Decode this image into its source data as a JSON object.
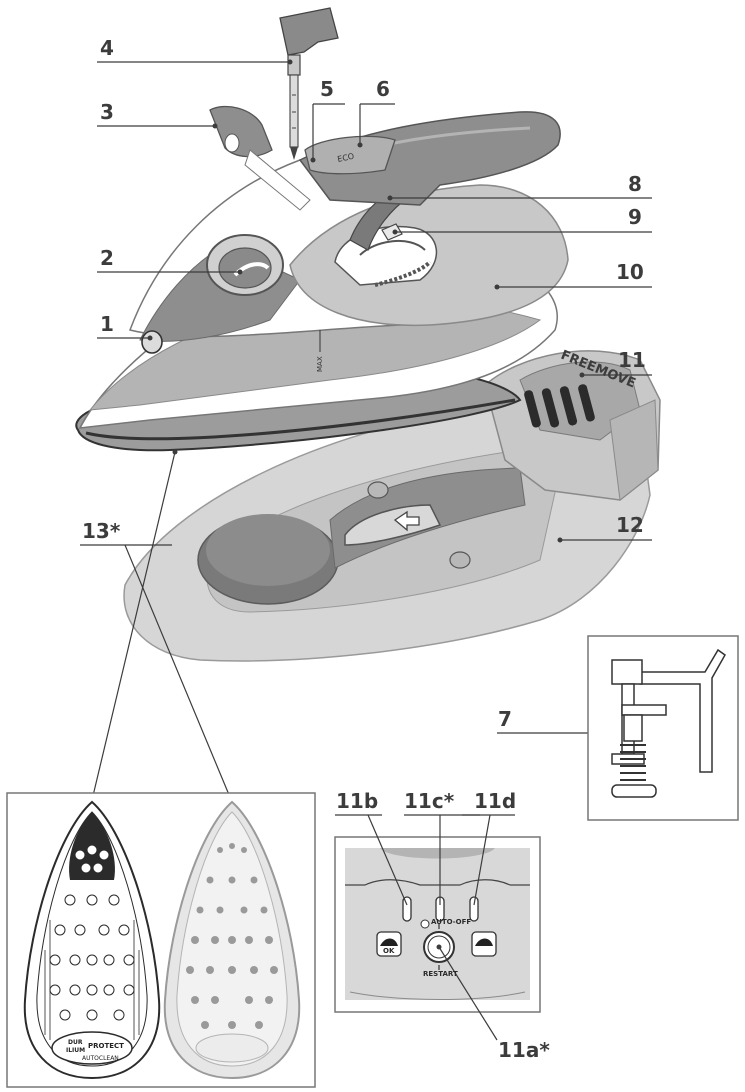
{
  "callouts": {
    "c1": "1",
    "c2": "2",
    "c3": "3",
    "c4": "4",
    "c5": "5",
    "c6": "6",
    "c7": "7",
    "c8": "8",
    "c9": "9",
    "c10": "10",
    "c11": "11",
    "c12": "12",
    "c13": "13*",
    "c11a": "11a*",
    "c11b": "11b",
    "c11c": "11c*",
    "c11d": "11d"
  },
  "printed_text": {
    "max_mark": "MAX",
    "base_brand": "FREEMOVE",
    "panel_auto_off": "AUTO-OFF",
    "panel_restart": "RESTART",
    "panel_ok": "OK",
    "soleplate_brand_line1": "DUR",
    "soleplate_brand_line2": "ILIUM",
    "soleplate_protect": "PROTECT",
    "soleplate_autoclean": "AUTOCLEAN"
  },
  "colors": {
    "line": "#3c3c3c",
    "dark_grey": "#8e8e8e",
    "mid_grey": "#b4b4b4",
    "light_grey": "#d4d4d4",
    "pale_grey": "#e6e6e6",
    "white": "#ffffff"
  }
}
